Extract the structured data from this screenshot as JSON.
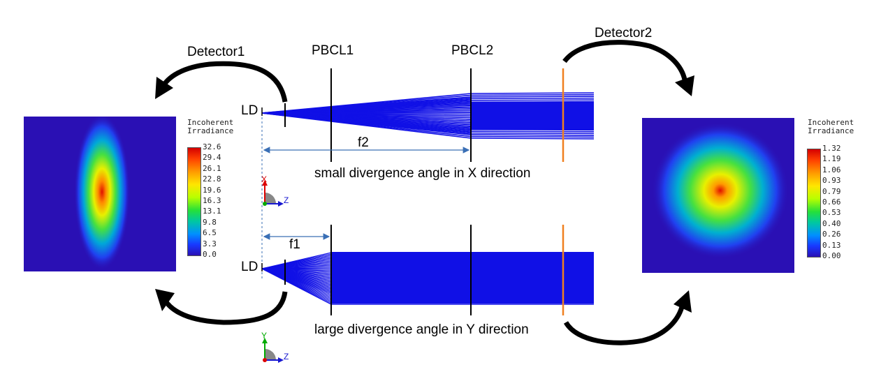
{
  "labels": {
    "detector1": "Detector1",
    "detector2": "Detector2",
    "pbcl1": "PBCL1",
    "pbcl2": "PBCL2",
    "ld_top": "LD",
    "ld_bottom": "LD",
    "f2": "f2",
    "f1": "f1",
    "caption_top": "small divergence angle in X direction",
    "caption_bottom": "large divergence angle in Y direction",
    "axis_top_vertical": "X",
    "axis_top_horizontal": "Z",
    "axis_bottom_vertical": "Y",
    "axis_bottom_horizontal": "Z"
  },
  "detector1_plot": {
    "legend_line1": "Incoherent",
    "legend_line2": "Irradiance",
    "ticks": [
      "32.6",
      "29.4",
      "26.1",
      "22.8",
      "19.6",
      "16.3",
      "13.1",
      "9.8",
      "6.5",
      "3.3",
      "0.0"
    ]
  },
  "detector2_plot": {
    "legend_line1": "Incoherent",
    "legend_line2": "Irradiance",
    "ticks": [
      "1.32",
      "1.19",
      "1.06",
      "0.93",
      "0.79",
      "0.66",
      "0.53",
      "0.40",
      "0.26",
      "0.13",
      "0.00"
    ]
  },
  "colors": {
    "ray": "#1010e6",
    "detector_plane": "#f08020",
    "dimension_arrow": "#3a6fb5",
    "heat_background": "#2a10b4"
  }
}
